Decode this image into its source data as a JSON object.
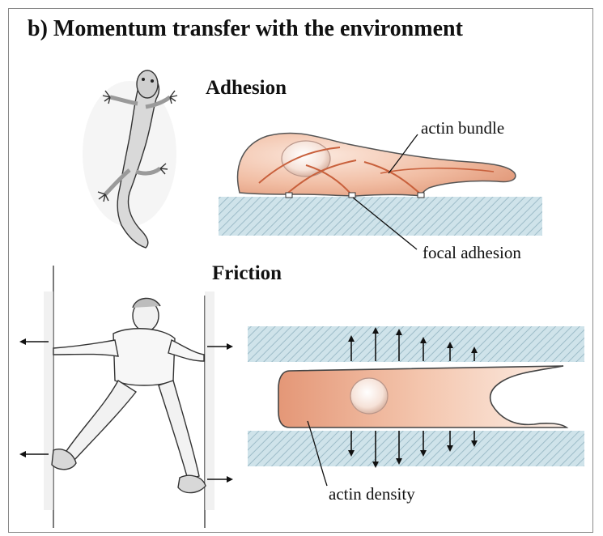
{
  "figure": {
    "title": "b) Momentum transfer with the environment",
    "panels": {
      "adhesion": {
        "heading": "Adhesion",
        "labels": {
          "bundle": "actin bundle",
          "adhesion": "focal adhesion"
        },
        "icon": "gecko-illustration"
      },
      "friction": {
        "heading": "Friction",
        "labels": {
          "density": "actin density"
        },
        "icon": "climber-illustration"
      }
    },
    "colors": {
      "cell_fill": "#e9a98d",
      "cell_light": "#fbe7dc",
      "actin": "#c8603c",
      "hatch_bg": "#cfe3ea",
      "hatch_line": "#9dbcc8",
      "ink": "#111111"
    }
  }
}
